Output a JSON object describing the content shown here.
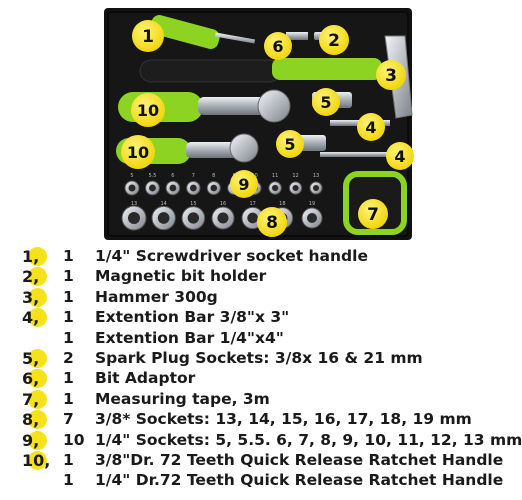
{
  "tray": {
    "callouts": [
      "1",
      "2",
      "3",
      "4",
      "4",
      "5",
      "5",
      "6",
      "7",
      "8",
      "9",
      "10",
      "10"
    ],
    "socket_labels_quarter": [
      "5",
      "5.5",
      "6",
      "7",
      "8",
      "9",
      "10",
      "11",
      "12",
      "13"
    ],
    "socket_labels_three_eighths": [
      "13",
      "14",
      "15",
      "16",
      "17",
      "18",
      "19"
    ]
  },
  "items": [
    {
      "num": "1,",
      "qty": "1",
      "desc": "1/4\" Screwdriver socket handle"
    },
    {
      "num": "2,",
      "qty": "1",
      "desc": "Magnetic bit holder"
    },
    {
      "num": "3,",
      "qty": "1",
      "desc": "Hammer 300g"
    },
    {
      "num": "4,",
      "qty": "1",
      "desc": "Extention Bar 3/8\"x 3\""
    },
    {
      "num": "",
      "qty": "1",
      "desc": "Extention Bar 1/4\"x4\""
    },
    {
      "num": "5,",
      "qty": "2",
      "desc": "Spark Plug Sockets: 3/8x 16 & 21 mm"
    },
    {
      "num": "6,",
      "qty": "1",
      "desc": "Bit Adaptor"
    },
    {
      "num": "7,",
      "qty": "1",
      "desc": "Measuring tape, 3m"
    },
    {
      "num": "8,",
      "qty": "7",
      "desc": "3/8* Sockets: 13, 14, 15, 16, 17, 18, 19 mm"
    },
    {
      "num": "9,",
      "qty": "10",
      "desc": "1/4\" Sockets: 5, 5.5. 6, 7, 8, 9, 10, 11, 12, 13 mm"
    },
    {
      "num": "10,",
      "qty": "1",
      "desc": "3/8\"Dr. 72 Teeth Quick Release Ratchet Handle"
    },
    {
      "num": "",
      "qty": "1",
      "desc": "1/4\" Dr.72 Teeth Quick Release Ratchet Handle"
    }
  ],
  "colors": {
    "tray": "#121212",
    "handle_green": "#8dd321",
    "badge_yellow": "#f5e21b",
    "chrome": "#c8ccd0"
  }
}
